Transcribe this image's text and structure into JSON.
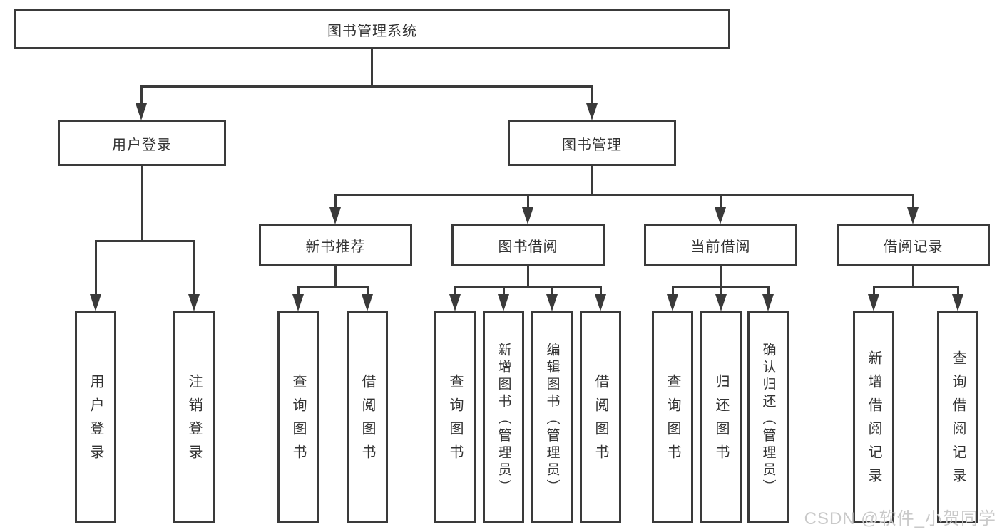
{
  "diagram": {
    "root": {
      "label": "图书管理系统"
    },
    "user_branch": {
      "label": "用户登录",
      "leaves": [
        {
          "label": "用户登录"
        },
        {
          "label": "注销登录"
        }
      ]
    },
    "book_branch": {
      "label": "图书管理",
      "groups": [
        {
          "label": "新书推荐",
          "leaves": [
            {
              "label": "查询图书"
            },
            {
              "label": "借阅图书"
            }
          ]
        },
        {
          "label": "图书借阅",
          "leaves": [
            {
              "label": "查询图书"
            },
            {
              "label": "新增图书（管理员）"
            },
            {
              "label": "编辑图书（管理员）"
            },
            {
              "label": "借阅图书"
            }
          ]
        },
        {
          "label": "当前借阅",
          "leaves": [
            {
              "label": "查询图书"
            },
            {
              "label": "归还图书"
            },
            {
              "label": "确认归还（管理员）"
            }
          ]
        },
        {
          "label": "借阅记录",
          "leaves": [
            {
              "label": "新增借阅记录"
            },
            {
              "label": "查询借阅记录"
            }
          ]
        }
      ]
    }
  },
  "watermark": {
    "text": "CSDN @软件_小贺同学"
  },
  "colors": {
    "line": "#3a3a3a",
    "text": "#333333",
    "box_fill": "#ffffff",
    "background": "#ffffff",
    "watermark": "#c9c9c9"
  }
}
